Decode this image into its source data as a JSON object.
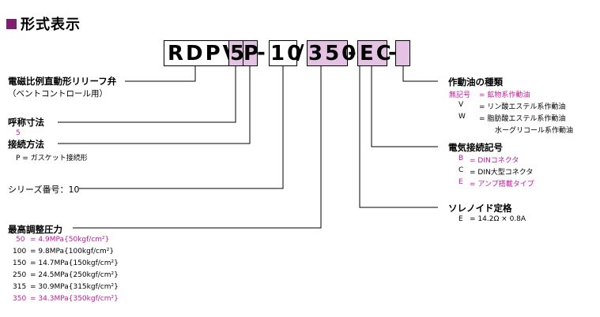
{
  "title": "形式表示",
  "code": {
    "prefix": "RDPV",
    "size": "5",
    "connection": "P",
    "dash1": "-",
    "series": "10",
    "slash": "/",
    "pressure": "350",
    "dash2": "-",
    "electrical": "EC",
    "dash3": "-",
    "fluid": ""
  },
  "left": {
    "model": {
      "label": "電磁比例直動形リリーフ弁",
      "sub": "（ベントコントロール用）"
    },
    "size": {
      "label": "呼称寸法",
      "value": "5"
    },
    "connection": {
      "label": "接続方法",
      "value": "P = ガスケット接続形"
    },
    "series": {
      "label": "シリーズ番号：10"
    },
    "pressure": {
      "label": "最高調整圧力",
      "rows": [
        {
          "code": "50",
          "text": "= 4.9MPa{50kgf/cm²}",
          "highlight": true
        },
        {
          "code": "100",
          "text": "= 9.8MPa{100kgf/cm²}",
          "highlight": false
        },
        {
          "code": "150",
          "text": "= 14.7MPa{150kgf/cm²}",
          "highlight": false
        },
        {
          "code": "250",
          "text": "= 24.5MPa{250kgf/cm²}",
          "highlight": false
        },
        {
          "code": "315",
          "text": "= 30.9MPa{315kgf/cm²}",
          "highlight": false
        },
        {
          "code": "350",
          "text": "= 34.3MPa{350kgf/cm²}",
          "highlight": true
        }
      ]
    }
  },
  "right": {
    "fluid": {
      "label": "作動油の種類",
      "rows": [
        {
          "code": "無記号",
          "text": "= 鉱物系作動油",
          "highlight": true
        },
        {
          "code": "V",
          "text": "= リン酸エステル系作動油",
          "highlight": false
        },
        {
          "code": "W",
          "text": "= 脂肪酸エステル系作動油",
          "highlight": false
        },
        {
          "code": "",
          "text": "水ーグリコール系作動油",
          "highlight": false
        }
      ]
    },
    "electrical": {
      "label": "電気接続記号",
      "rows": [
        {
          "code": "B",
          "text": "= DINコネクタ",
          "highlight": true
        },
        {
          "code": "C",
          "text": "= DIN大型コネクタ",
          "highlight": false
        },
        {
          "code": "E",
          "text": "= アンプ搭載タイプ",
          "highlight": true
        }
      ]
    },
    "solenoid": {
      "label": "ソレノイド定格",
      "rows": [
        {
          "code": "E",
          "text": "= 14.2Ω × 0.8A",
          "highlight": false
        }
      ]
    }
  },
  "colors": {
    "accent": "#7d1f6c",
    "highlight": "#c0189a",
    "box_fill": "#e4c2e4"
  }
}
